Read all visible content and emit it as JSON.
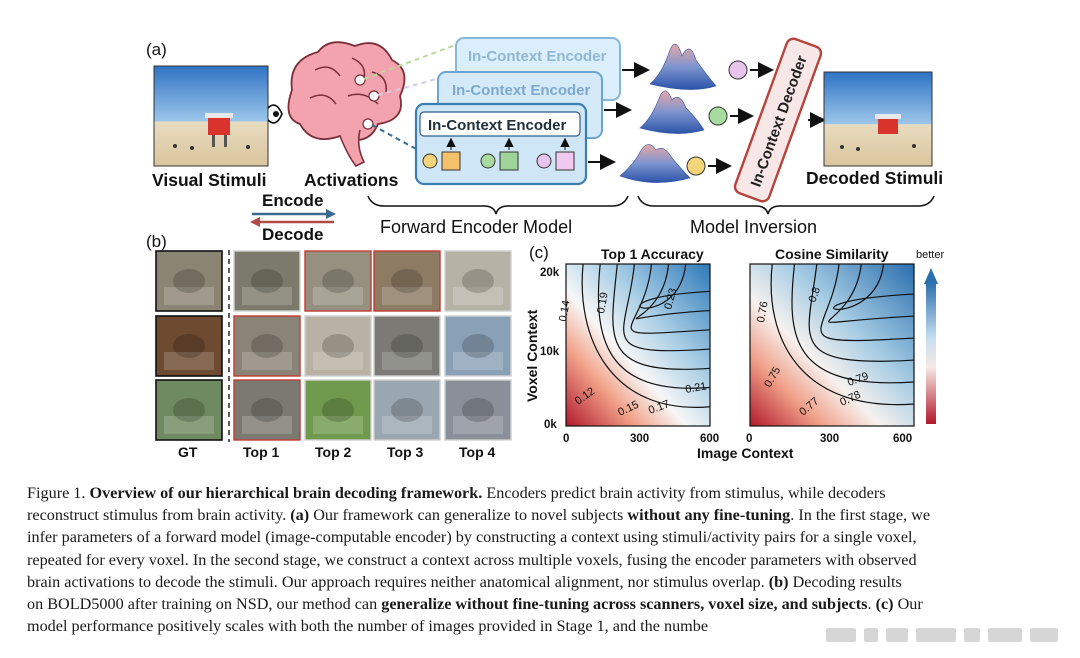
{
  "panel_a": {
    "label": "(a)",
    "visual_stimuli": "Visual Stimuli",
    "activations": "Activations",
    "encode": "Encode",
    "decode": "Decode",
    "encoder_label": "In-Context Encoder",
    "decoder_label": "In-Context Decoder",
    "decoded_stimuli": "Decoded Stimuli",
    "forward_model": "Forward Encoder Model",
    "model_inversion": "Model Inversion"
  },
  "panel_b": {
    "label": "(b)",
    "columns": [
      "GT",
      "Top 1",
      "Top 2",
      "Top 3",
      "Top 4"
    ]
  },
  "panel_c": {
    "label": "(c)",
    "better": "better",
    "y_label": "Voxel Context",
    "x_label": "Image Context",
    "y_ticks": [
      "20k",
      "10k",
      "0k"
    ],
    "x_ticks": [
      "0",
      "300",
      "600"
    ]
  },
  "chart_data": [
    {
      "type": "heatmap",
      "title": "Top 1 Accuracy",
      "xlabel": "Image Context",
      "ylabel": "Voxel Context",
      "x_ticks": [
        0,
        300,
        600
      ],
      "y_ticks": [
        "0k",
        "10k",
        "20k"
      ],
      "contour_levels": [
        0.12,
        0.14,
        0.15,
        0.17,
        0.19,
        0.21,
        0.23
      ]
    },
    {
      "type": "heatmap",
      "title": "Cosine Similarity",
      "xlabel": "Image Context",
      "ylabel": "Voxel Context",
      "x_ticks": [
        0,
        300,
        600
      ],
      "y_ticks": [
        "0k",
        "10k",
        "20k"
      ],
      "contour_levels": [
        0.75,
        0.76,
        0.77,
        0.78,
        0.79,
        0.8
      ]
    }
  ],
  "caption": {
    "lines": [
      [
        {
          "t": "Figure 1.  "
        },
        {
          "t": "Overview of our hierarchical brain decoding framework.",
          "b": true
        },
        {
          "t": "  Encoders predict brain activity from stimulus, while decoders"
        }
      ],
      [
        {
          "t": "reconstruct stimulus from brain activity.  "
        },
        {
          "t": "(a)",
          "b": true
        },
        {
          "t": " Our framework can generalize to novel subjects "
        },
        {
          "t": "without any fine-tuning",
          "b": true
        },
        {
          "t": ". In the first stage, we"
        }
      ],
      [
        {
          "t": "infer parameters of a forward model (image-computable encoder) by constructing a context using stimuli/activity pairs for a single voxel,"
        }
      ],
      [
        {
          "t": "repeated for every voxel. In the second stage, we construct a context across multiple voxels, fusing the encoder parameters with observed"
        }
      ],
      [
        {
          "t": "brain activations to decode the stimuli. Our approach requires neither anatomical alignment, nor stimulus overlap.  "
        },
        {
          "t": "(b)",
          "b": true
        },
        {
          "t": " Decoding results"
        }
      ],
      [
        {
          "t": "on BOLD5000 after training on NSD, our method can "
        },
        {
          "t": "generalize without fine-tuning across scanners, voxel size, and subjects",
          "b": true
        },
        {
          "t": ".  "
        },
        {
          "t": "(c)",
          "b": true
        },
        {
          "t": " Our"
        }
      ],
      [
        {
          "t": "model performance positively scales with both the number of images provided in Stage 1, and the numbe"
        }
      ]
    ]
  },
  "colors": {
    "encoder_fill": "#cfe6f7",
    "encoder_stroke": "#3a7fb0",
    "decoder_stroke": "#b8433c",
    "encode_arrow": "#3b6a8f",
    "decode_arrow": "#b24a44",
    "heat_low": "#b2182b",
    "heat_mid": "#f7f7f7",
    "heat_high": "#2166ac"
  }
}
